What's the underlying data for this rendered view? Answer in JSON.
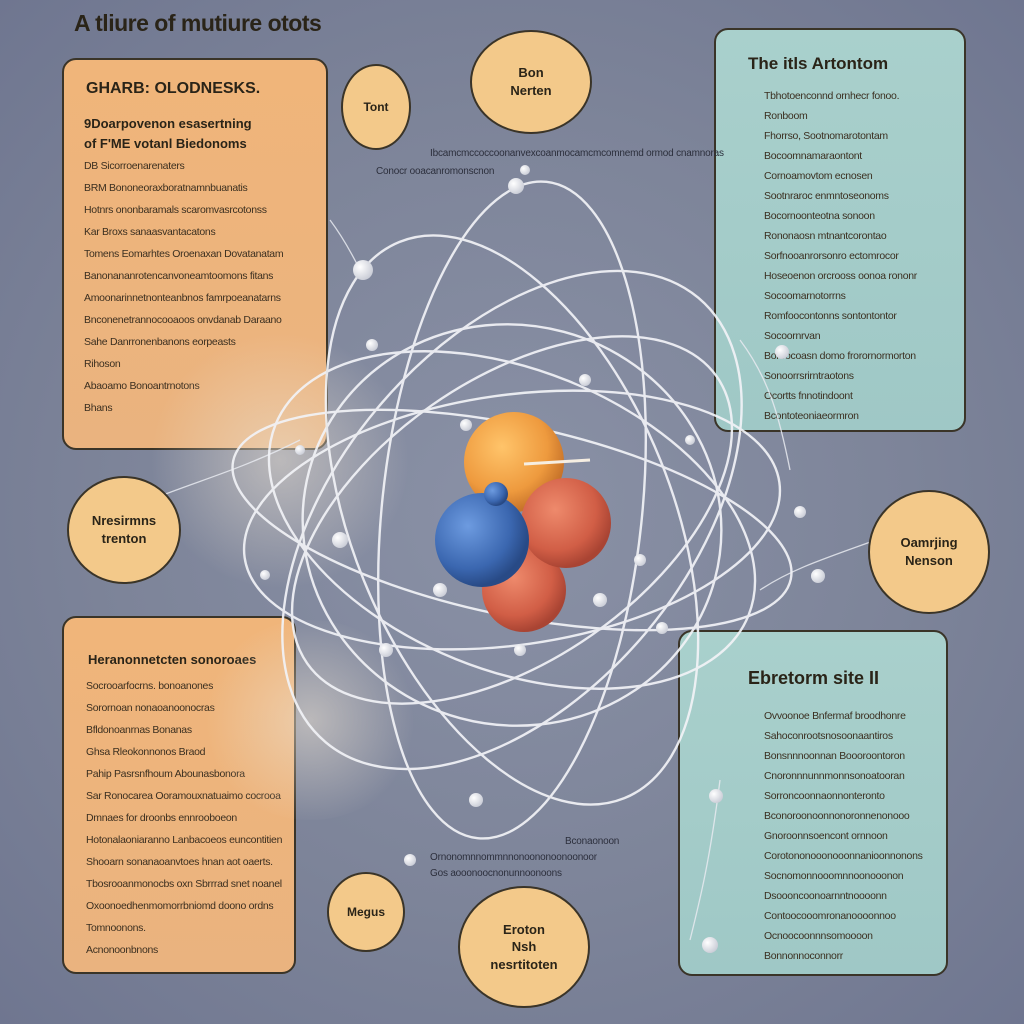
{
  "title": "A tliure of mutiure otots",
  "panels": {
    "top_left": {
      "title": "GHARB: OLODNESKS.",
      "subtitle": [
        "9Doarpovenon esasertning",
        "of F'ME votanl Biedonoms"
      ],
      "lines": [
        "DB Sicorroenarenaters",
        "BRM Bononeoraxboratnamnbuanatis",
        "Hotnrs ononbaramals scaromvasrcotonss",
        "Kar Broxs sanaasvantacatons",
        "Tomens Eomarhtes Oroenaxan Dovatanatam",
        "Banonananrotencanvoneamtoomons fitans",
        "Amoonarinnetnonteanbnos famrpoeanatarns",
        "Bnconenetrannocooaoos onvdanab Daraano",
        "Sahe Danrronenbanons eorpeasts",
        "Rihoson",
        "Abaoamo Bonoantrnotons",
        "Bhans"
      ]
    },
    "top_right": {
      "title": "The itls Artontom",
      "lines": [
        "Tbhotoenconnd ornhecr fonoo.",
        "Ronboom",
        "Fhorrso, Sootnomarotontam",
        "Bocoomnamaraontont",
        "Cornoamovtom ecnosen",
        "Sootnraroc enmntoseonoms",
        "Bocornoonteotna sonoon",
        "Rononaosn mtnantcorontao",
        "Sorfnooanrorsonro ectomrocor",
        "Hoseoenon orcrooss oonoa rononr",
        "Socoomarnotorrns",
        "Romfoocontonns sontontontor",
        "Socoornrvan",
        "Boroocoasn domo frorornormorton",
        "Sonoorrsrirntraotons",
        "Ocortts fnnotindoont",
        "Bcontoteoniaeormron"
      ]
    },
    "bottom_left": {
      "title": "Heranonnetcten sonoroaes",
      "lines": [
        "Socrooarfocrns. bonoanones",
        "Sorornoan nonaoanoonocras",
        "Bfldonoanrnas Bonanas",
        "Ghsa Rleokonnonos Braod",
        "Pahip Pasrsnfhoum Abounasbonora",
        "Sar Ronocarea Ooramouxnatuaimo cocrooa",
        "Dmnaes for droonbs ennrooboeon",
        "Hotonalaoniaranno Lanbacoeos euncontitien",
        "Shooarn sonanaoanvtoes hnan aot oaerts.",
        "Tbosrooanmonocbs oxn Sbrrrad snet noanel",
        "Oxoonoedhenmomorrbniomd doono ordns",
        "Tomnoonons.",
        "Acnonoonbnons"
      ]
    },
    "bottom_right": {
      "title": "Ebretorm site II",
      "lines": [
        "Ovvoonoe Bnfermaf broodhonre",
        "Sahoconrootsnosoonaantiros",
        "Bonsnnnoonnan Boooroontoron",
        "Cnoronnnunnmonnsonoatooran",
        "Sorroncoonnaonnonteronto",
        "Bconoroonoonnonoronnenonooo",
        "Gnoroonnsoencont ornnoon",
        "Corotononooonooonnanioonnonons",
        "Socnomonnooomnnoonooonon",
        "Dsoooncoonoarnntnoooonn",
        "Contoocooomronanoooonnoo",
        "Ocnoocoonnnsomoooon",
        "Bonnonnoconnorr"
      ]
    }
  },
  "bubbles": {
    "small_top": "Tont",
    "top_center": [
      "Bon",
      "Nerten"
    ],
    "left": [
      "Nresirmns",
      "trenton"
    ],
    "right": [
      "Oamrjing",
      "Nenson"
    ],
    "small_bottom": "Megus",
    "bottom_center": [
      "Eroton",
      "Nsh",
      "nesrtitoten"
    ]
  },
  "captions": {
    "top_1": "Ibcamcmccoccoonanvexcoanmocamcmcomnemd ormod cnamnoras",
    "top_2": "Conocr ooacanromonscnon",
    "mid_right": "Bconaonoon",
    "bottom_1": "Ornonomnnommnnonoononoonoonoor",
    "bottom_2": "Gos aooonoocnonunnoonoons"
  },
  "colors": {
    "background": "#7d8499",
    "orange_panel": "#eab37f",
    "teal_panel": "#a3ccc8",
    "bubble": "#f3c98a",
    "nucleus_orange": "#f0a046",
    "nucleus_blue": "#3f6fb8",
    "nucleus_red": "#d9684f"
  }
}
